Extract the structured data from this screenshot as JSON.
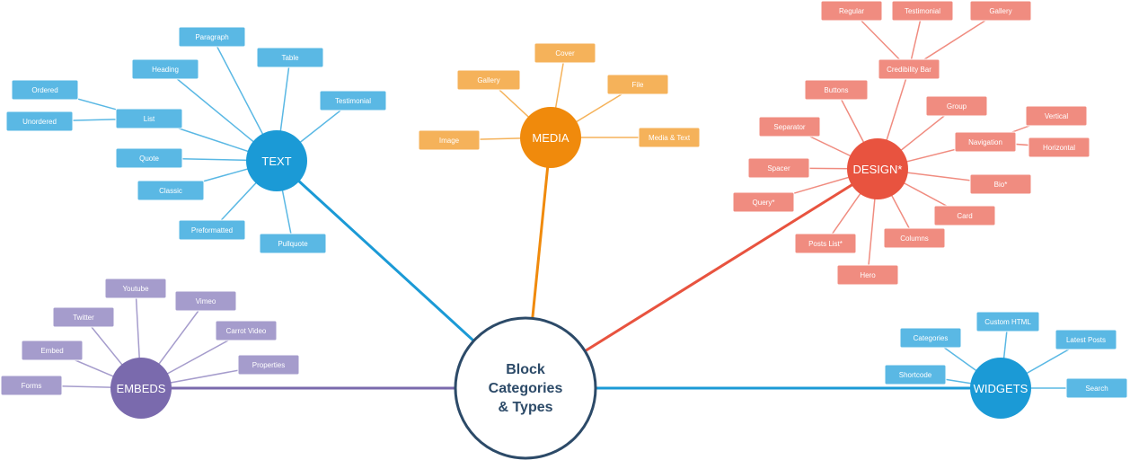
{
  "center": {
    "lines": [
      "Block",
      "Categories",
      "& Types"
    ],
    "stroke": "#2c4a68"
  },
  "branches": [
    {
      "key": "text",
      "label": "TEXT",
      "color": "#1b9ad6",
      "leafColor": "#5ab8e4",
      "leaves": [
        "Paragraph",
        "Table",
        "Heading",
        "Testimonial",
        "List",
        "Ordered",
        "Unordered",
        "Quote",
        "Classic",
        "Preformatted",
        "Pullquote"
      ]
    },
    {
      "key": "media",
      "label": "MEDIA",
      "color": "#f08a0c",
      "leafColor": "#f5b25a",
      "leaves": [
        "Cover",
        "Gallery",
        "File",
        "Image",
        "Media & Text"
      ]
    },
    {
      "key": "design",
      "label": "DESIGN*",
      "color": "#e8533f",
      "leafColor": "#f08c80",
      "leaves": [
        "Regular",
        "Testimonial",
        "Gallery",
        "Credibility Bar",
        "Buttons",
        "Group",
        "Vertical",
        "Separator",
        "Navigation",
        "Horizontal",
        "Spacer",
        "Bio*",
        "Query*",
        "Card",
        "Posts List*",
        "Columns",
        "Hero"
      ]
    },
    {
      "key": "embeds",
      "label": "EMBEDS",
      "color": "#7a6aad",
      "leafColor": "#a59ccc",
      "leaves": [
        "Youtube",
        "Vimeo",
        "Twitter",
        "Carrot Video",
        "Embed",
        "Properties",
        "Forms"
      ]
    },
    {
      "key": "widgets",
      "label": "WIDGETS",
      "color": "#1b9ad6",
      "leafColor": "#5ab8e4",
      "leaves": [
        "Custom HTML",
        "Categories",
        "Latest Posts",
        "Shortcode",
        "Search"
      ]
    }
  ]
}
